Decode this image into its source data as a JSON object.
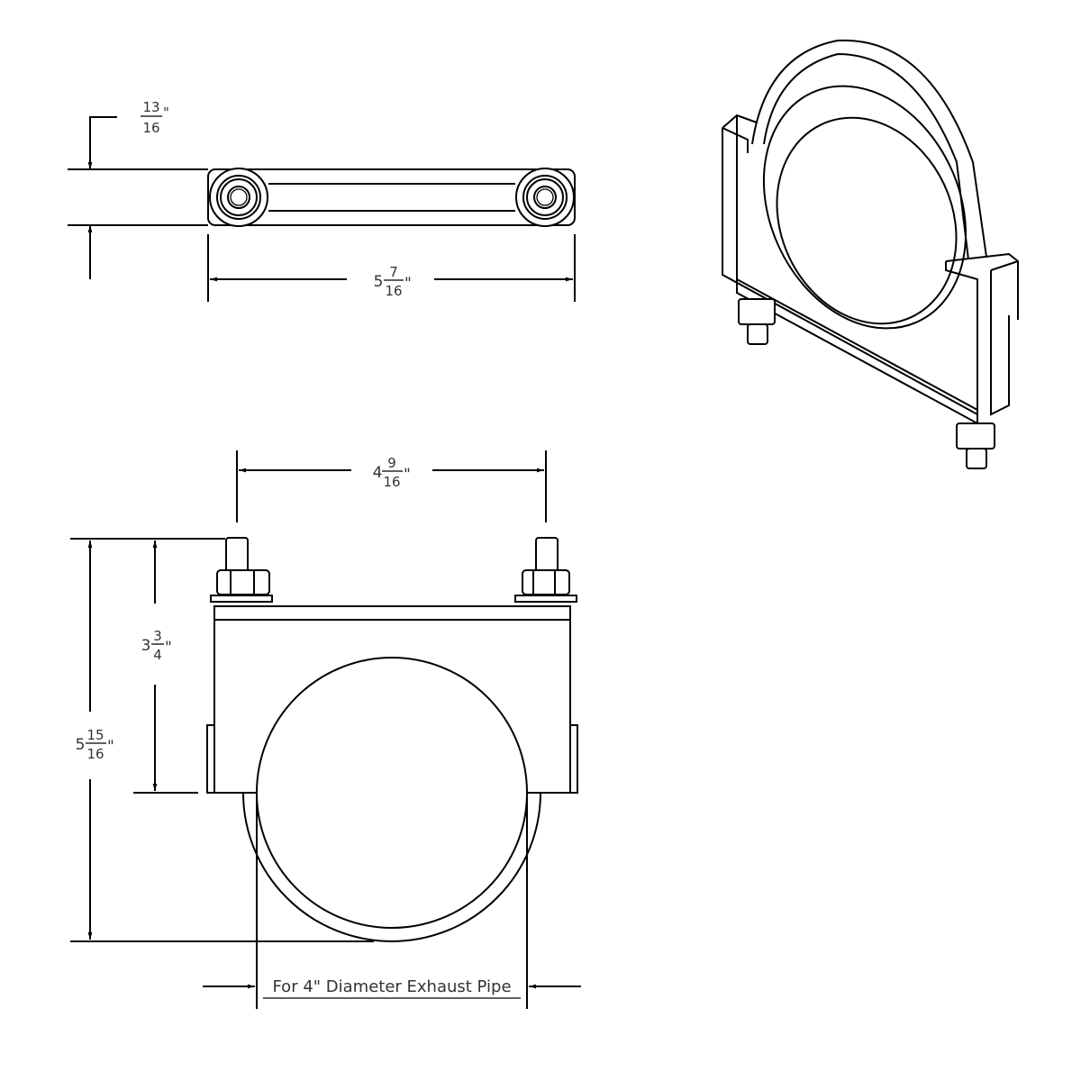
{
  "dimensions": {
    "thickness": {
      "whole": "",
      "num": "13",
      "den": "16",
      "unit": "\""
    },
    "overall_width": {
      "whole": "5",
      "num": "7",
      "den": "16",
      "unit": "\""
    },
    "bolt_spacing": {
      "whole": "4",
      "num": "9",
      "den": "16",
      "unit": "\""
    },
    "saddle_height": {
      "whole": "3",
      "num": "3",
      "den": "4",
      "unit": "\""
    },
    "overall_height": {
      "whole": "5",
      "num": "15",
      "den": "16",
      "unit": "\""
    }
  },
  "note": "For 4\" Diameter Exhaust Pipe",
  "colors": {
    "line": "#000000",
    "text": "#333333",
    "background": "#ffffff"
  }
}
